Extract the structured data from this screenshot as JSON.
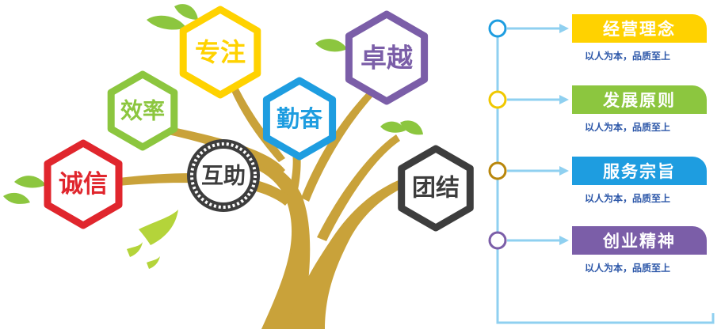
{
  "tree": {
    "nodes": [
      {
        "id": "chengxin",
        "label": "诚信",
        "color": "#e0262d"
      },
      {
        "id": "xiaolv",
        "label": "效率",
        "color": "#8cc63f"
      },
      {
        "id": "zhuanzhu",
        "label": "专注",
        "color": "#ffd200"
      },
      {
        "id": "qinfen",
        "label": "勤奋",
        "color": "#1e9de0"
      },
      {
        "id": "zhuoyue",
        "label": "卓越",
        "color": "#7b5ea8"
      },
      {
        "id": "tuanjie",
        "label": "团结",
        "color": "#3d3d3d"
      },
      {
        "id": "huzhu",
        "label": "互助",
        "color": "#3d3d3d"
      }
    ]
  },
  "panel": {
    "line_color": "#8fd0f0",
    "items": [
      {
        "title": "经营理念",
        "subtitle": "以人为本，品质至上",
        "color": "#ffd200",
        "dot": "#1e9de0"
      },
      {
        "title": "发展原则",
        "subtitle": "以人为本，品质至上",
        "color": "#8cc63f",
        "dot": "#f0c800"
      },
      {
        "title": "服务宗旨",
        "subtitle": "以人为本，品质至上",
        "color": "#1e9de0",
        "dot": "#b8860b"
      },
      {
        "title": "创业精神",
        "subtitle": "以人为本，品质至上",
        "color": "#7b5ea8",
        "dot": "#7b5ea8"
      }
    ]
  }
}
